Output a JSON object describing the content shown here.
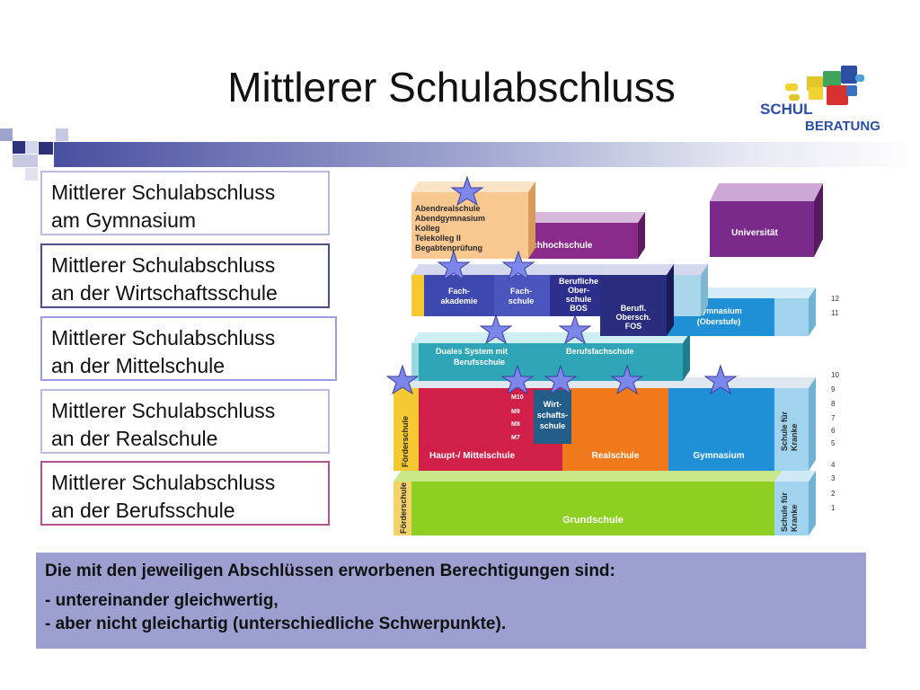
{
  "title": "Mittlerer Schulabschluss",
  "logo": {
    "line1": "SCHUL",
    "line2": "BERATUNG"
  },
  "boxes": [
    {
      "line1": "Mittlerer Schulabschluss",
      "line2": "am Gymnasium",
      "border": "#b9bce0"
    },
    {
      "line1": "Mittlerer Schulabschluss",
      "line2": "an der Wirtschaftsschule",
      "border": "#4b4f86"
    },
    {
      "line1": "Mittlerer Schulabschluss",
      "line2": "an der Mittelschule",
      "border": "#9a9de6"
    },
    {
      "line1": "Mittlerer Schulabschluss",
      "line2": "an der Realschule",
      "border": "#b9bce0"
    },
    {
      "line1": "Mittlerer Schulabschluss",
      "line2": "an der Berufsschule",
      "border": "#b0558a"
    }
  ],
  "info": {
    "line1": "Die mit den jeweiligen Abschlüssen erworbenen Berechtigungen sind:",
    "line2": "- untereinander gleichwertig,",
    "line3": "- aber nicht gleichartig (unterschiedliche Schwerpunkte)."
  },
  "diagram": {
    "abend": [
      "Abendrealschule",
      "Abendgymnasium",
      "Kolleg",
      "Telekolleg II",
      "Begabtenprüfung"
    ],
    "fachhochschule": "Fachhochschule",
    "universitaet": "Universität",
    "fachakademie": [
      "Fach-",
      "akademie"
    ],
    "fachschule": [
      "Fach-",
      "schule"
    ],
    "bos": [
      "Berufliche",
      "Ober-",
      "schule",
      "BOS"
    ],
    "fos": [
      "Berufl.",
      "Obersch.",
      "FOS"
    ],
    "gymnasium_ober": [
      "Gymnasium",
      "(Oberstufe)"
    ],
    "duales": [
      "Duales System mit",
      "Berufsschule"
    ],
    "berufsfachschule": "Berufsfachschule",
    "foerderschule": "Förderschule",
    "haupt": "Haupt-/ Mittelschule",
    "mgrades": [
      "M10",
      "M9",
      "M8",
      "M7"
    ],
    "wirtschaftsschule": [
      "Wirt-",
      "schafts-",
      "schule"
    ],
    "realschule": "Realschule",
    "gymnasium": "Gymnasium",
    "kranke": [
      "Schule für",
      "Kranke"
    ],
    "grundschule": "Grundschule",
    "grades_upper": [
      "12",
      "11"
    ],
    "grades_mid": [
      "10",
      "9",
      "8",
      "7",
      "6",
      "5"
    ],
    "grades_low": [
      "4",
      "3",
      "2",
      "1"
    ]
  }
}
